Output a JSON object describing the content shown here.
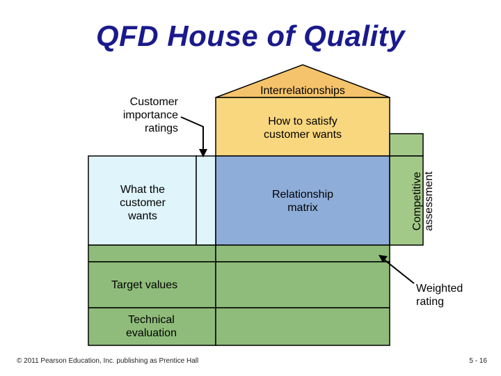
{
  "title": "QFD House of Quality",
  "labels": {
    "interrelationships": "Interrelationships",
    "customer_importance": "Customer importance ratings",
    "how_to_satisfy": "How to satisfy customer wants",
    "what_customer_wants": "What the customer wants",
    "relationship_matrix": "Relationship matrix",
    "competitive_assessment": "Competitive assessment",
    "target_values": "Target values",
    "weighted_rating": "Weighted rating",
    "technical_evaluation": "Technical evaluation"
  },
  "footer": {
    "copyright": "© 2011 Pearson Education, Inc. publishing as Prentice Hall",
    "page": "5 - 16"
  },
  "colors": {
    "title": "#1a1a8c",
    "roof": "#f5c36b",
    "how_section": "#f9d77e",
    "wants_section": "#dff4fb",
    "matrix": "#8eadd9",
    "competitive": "#a3c989",
    "bottom_rows": "#8fbc7a",
    "stroke": "#000000"
  }
}
